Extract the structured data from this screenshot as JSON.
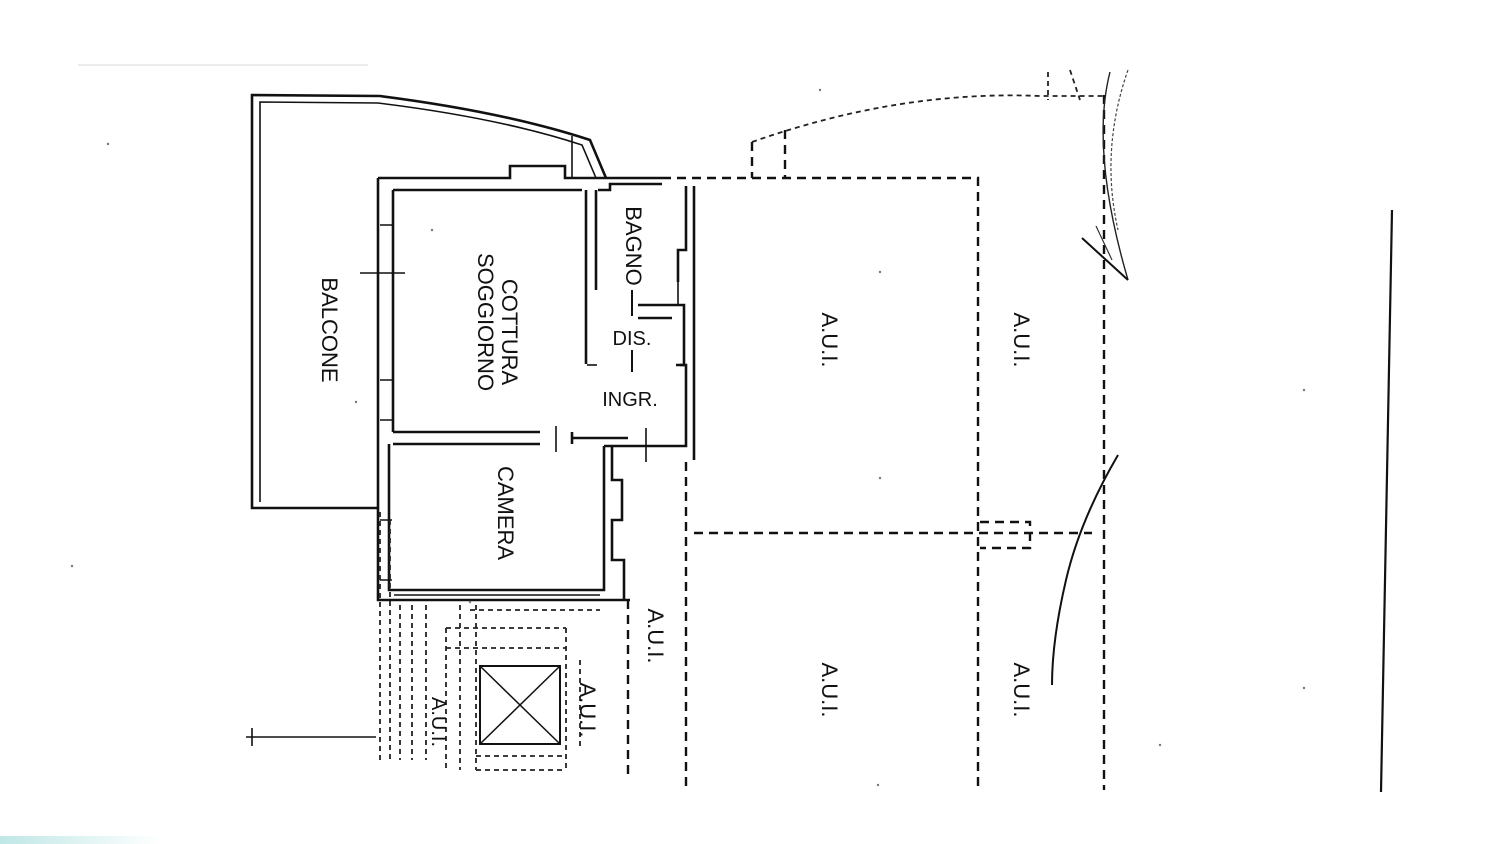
{
  "plan": {
    "rooms": {
      "balcone": "BALCONE",
      "cottura": "COTTURA",
      "soggiorno": "SOGGIORNO",
      "bagno": "BAGNO",
      "dis": "DIS.",
      "ingr": "INGR.",
      "camera": "CAMERA"
    },
    "aui_labels": [
      "A.U.I.",
      "A.U.I.",
      "A.U.I.",
      "A.U.I.",
      "A.U.I.",
      "A.U.I.",
      "A.U.I."
    ]
  }
}
